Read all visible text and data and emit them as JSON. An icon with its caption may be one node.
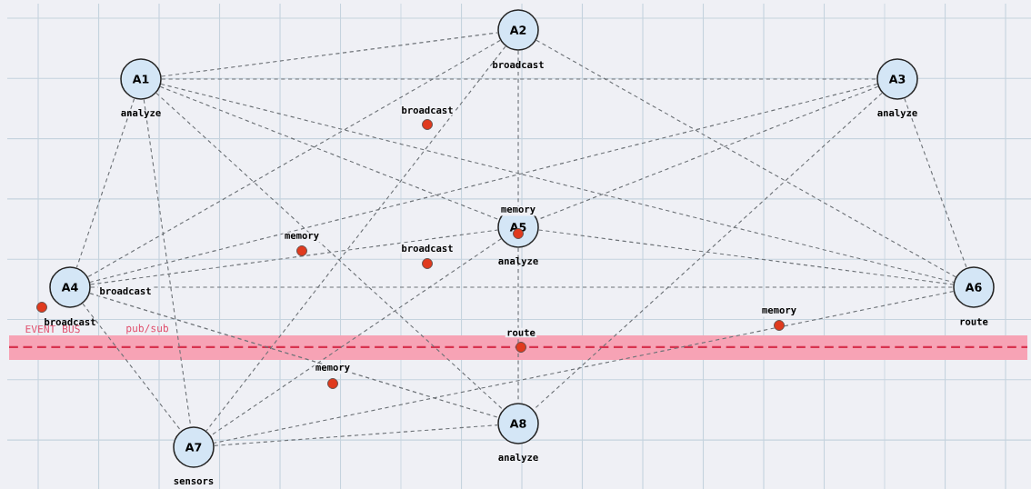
{
  "diagram": {
    "nodes": [
      {
        "text": [
          "A1"
        ],
        "beside": [
          "analyze"
        ]
      },
      {
        "text": [
          "A2"
        ],
        "beside": [
          "broadcast"
        ]
      },
      {
        "text": [
          "A3"
        ],
        "beside": [
          "analyze"
        ]
      },
      {
        "text": [
          "A4"
        ],
        "beside": [
          "broadcast"
        ]
      },
      {
        "text": [
          "A5"
        ],
        "beside": [
          "analyze"
        ]
      },
      {
        "text": [
          "A6"
        ],
        "beside": [
          "route"
        ]
      },
      {
        "text": [
          "A7"
        ],
        "beside": [
          "sensors"
        ]
      },
      {
        "text": [
          "A8"
        ],
        "beside": [
          "analyze"
        ]
      }
    ],
    "edges": [
      {
        "from": 0,
        "to": 1,
        "arrow": "none"
      },
      {
        "from": 0,
        "to": 2,
        "arrow": "none"
      },
      {
        "from": 0,
        "to": 3,
        "arrow": "none"
      },
      {
        "from": 0,
        "to": 4,
        "arrow": "none"
      },
      {
        "from": 0,
        "to": 5,
        "arrow": "none"
      },
      {
        "from": 0,
        "to": 6,
        "arrow": "none"
      },
      {
        "from": 0,
        "to": 7,
        "arrow": "none"
      },
      {
        "from": 1,
        "to": 3,
        "arrow": "none"
      },
      {
        "from": 1,
        "to": 4,
        "arrow": "none"
      },
      {
        "from": 1,
        "to": 5,
        "arrow": "none"
      },
      {
        "from": 1,
        "to": 6,
        "arrow": "none"
      },
      {
        "from": 2,
        "to": 3,
        "arrow": "none"
      },
      {
        "from": 2,
        "to": 4,
        "arrow": "none"
      },
      {
        "from": 2,
        "to": 5,
        "arrow": "none"
      },
      {
        "from": 2,
        "to": 7,
        "arrow": "none"
      },
      {
        "from": 3,
        "to": 4,
        "arrow": "none"
      },
      {
        "from": 3,
        "to": 5,
        "arrow": "none"
      },
      {
        "from": 3,
        "to": 6,
        "arrow": "none"
      },
      {
        "from": 3,
        "to": 7,
        "arrow": "none"
      },
      {
        "from": 4,
        "to": 5,
        "arrow": "none"
      },
      {
        "from": 4,
        "to": 6,
        "arrow": "none"
      },
      {
        "from": 4,
        "to": 7,
        "arrow": "none"
      },
      {
        "from": 5,
        "to": 6,
        "arrow": "none"
      },
      {
        "from": 6,
        "to": 7,
        "arrow": "none"
      }
    ],
    "labels": [
      "EVENT BUS",
      "pub/sub",
      "broadcast",
      "memory",
      "memory",
      "broadcast",
      "broadcast",
      "memory",
      "route",
      "memory"
    ]
  }
}
